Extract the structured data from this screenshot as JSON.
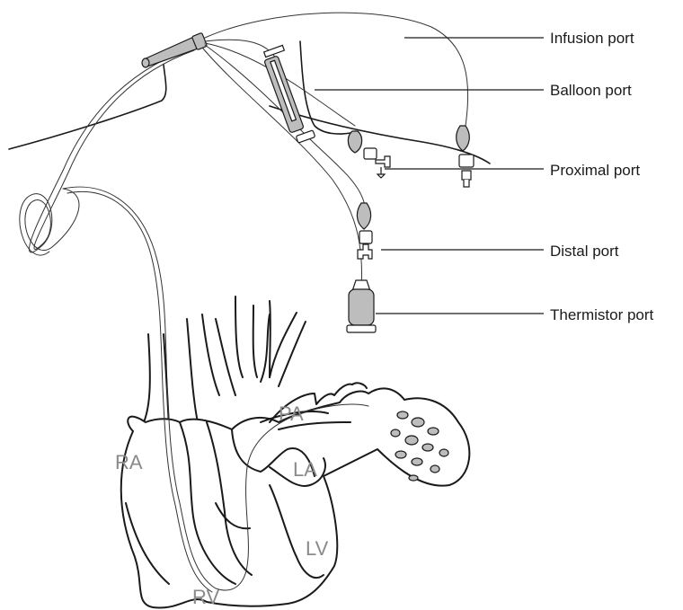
{
  "labels": {
    "infusion_port": "Infusion port",
    "balloon_port": "Balloon port",
    "proximal_port": "Proximal port",
    "distal_port": "Distal port",
    "thermistor_port": "Thermistor port"
  },
  "chambers": {
    "pa": "PA",
    "ra": "RA",
    "la": "LA",
    "rv": "RV",
    "lv": "LV"
  },
  "colors": {
    "line": "#1a1a1a",
    "chamber_label": "#8a8a8a",
    "component_fill": "#bdbdbd"
  }
}
